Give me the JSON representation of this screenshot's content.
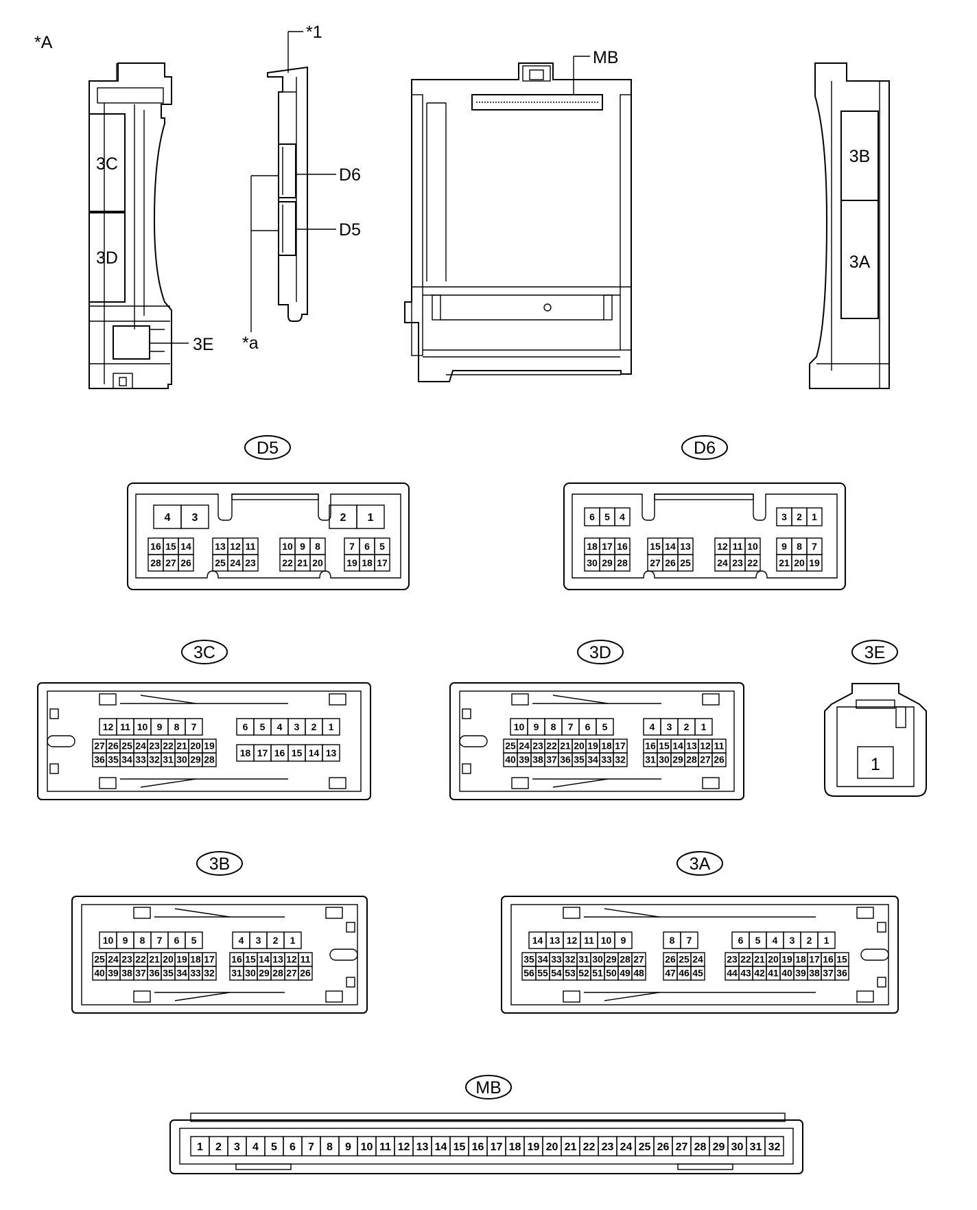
{
  "figure_label": "*A",
  "callouts": {
    "star1": "*1",
    "star_a": "*a",
    "mb": "MB",
    "d6": "D6",
    "d5": "D5",
    "c3e": "3E"
  },
  "module_labels": {
    "c3C": "3C",
    "c3D": "3D",
    "c3B": "3B",
    "c3A": "3A"
  },
  "connectors": {
    "D5": {
      "title": "D5",
      "top_left": [
        "4",
        "3"
      ],
      "top_right": [
        "2",
        "1"
      ],
      "groups": [
        {
          "top": [
            "16",
            "15",
            "14"
          ],
          "bottom": [
            "28",
            "27",
            "26"
          ]
        },
        {
          "top": [
            "13",
            "12",
            "11"
          ],
          "bottom": [
            "25",
            "24",
            "23"
          ]
        },
        {
          "top": [
            "10",
            "9",
            "8"
          ],
          "bottom": [
            "22",
            "21",
            "20"
          ]
        },
        {
          "top": [
            "7",
            "6",
            "5"
          ],
          "bottom": [
            "19",
            "18",
            "17"
          ]
        }
      ]
    },
    "D6": {
      "title": "D6",
      "top_left": [
        "6",
        "5",
        "4"
      ],
      "top_right": [
        "3",
        "2",
        "1"
      ],
      "groups": [
        {
          "top": [
            "18",
            "17",
            "16"
          ],
          "bottom": [
            "30",
            "29",
            "28"
          ]
        },
        {
          "top": [
            "15",
            "14",
            "13"
          ],
          "bottom": [
            "27",
            "26",
            "25"
          ]
        },
        {
          "top": [
            "12",
            "11",
            "10"
          ],
          "bottom": [
            "24",
            "23",
            "22"
          ]
        },
        {
          "top": [
            "9",
            "8",
            "7"
          ],
          "bottom": [
            "21",
            "20",
            "19"
          ]
        }
      ]
    },
    "3C": {
      "title": "3C",
      "left": {
        "r1": [
          "12",
          "11",
          "10",
          "9",
          "8",
          "7"
        ],
        "r2": [
          "27",
          "26",
          "25",
          "24",
          "23",
          "22",
          "21",
          "20",
          "19"
        ],
        "r3": [
          "36",
          "35",
          "34",
          "33",
          "32",
          "31",
          "30",
          "29",
          "28"
        ]
      },
      "right": {
        "r1": [
          "6",
          "5",
          "4",
          "3",
          "2",
          "1"
        ],
        "r2": [
          "18",
          "17",
          "16",
          "15",
          "14",
          "13"
        ]
      }
    },
    "3D": {
      "title": "3D",
      "left": {
        "r1": [
          "10",
          "9",
          "8",
          "7",
          "6",
          "5"
        ],
        "r2": [
          "25",
          "24",
          "23",
          "22",
          "21",
          "20",
          "19",
          "18",
          "17"
        ],
        "r3": [
          "40",
          "39",
          "38",
          "37",
          "36",
          "35",
          "34",
          "33",
          "32"
        ]
      },
      "right": {
        "r1": [
          "4",
          "3",
          "2",
          "1"
        ],
        "r2": [
          "16",
          "15",
          "14",
          "13",
          "12",
          "11"
        ],
        "r3": [
          "31",
          "30",
          "29",
          "28",
          "27",
          "26"
        ]
      }
    },
    "3E": {
      "title": "3E",
      "pin": "1"
    },
    "3B": {
      "title": "3B",
      "left": {
        "r1": [
          "10",
          "9",
          "8",
          "7",
          "6",
          "5"
        ],
        "r2": [
          "25",
          "24",
          "23",
          "22",
          "21",
          "20",
          "19",
          "18",
          "17"
        ],
        "r3": [
          "40",
          "39",
          "38",
          "37",
          "36",
          "35",
          "34",
          "33",
          "32"
        ]
      },
      "right": {
        "r1": [
          "4",
          "3",
          "2",
          "1"
        ],
        "r2": [
          "16",
          "15",
          "14",
          "13",
          "12",
          "11"
        ],
        "r3": [
          "31",
          "30",
          "29",
          "28",
          "27",
          "26"
        ]
      }
    },
    "3A": {
      "title": "3A",
      "left": {
        "r1": [
          "14",
          "13",
          "12",
          "11",
          "10",
          "9"
        ],
        "r2": [
          "35",
          "34",
          "33",
          "32",
          "31",
          "30",
          "29",
          "28",
          "27"
        ],
        "r3": [
          "56",
          "55",
          "54",
          "53",
          "52",
          "51",
          "50",
          "49",
          "48"
        ]
      },
      "mid": {
        "r1": [
          "8",
          "7"
        ],
        "r2": [
          "26",
          "25",
          "24"
        ],
        "r3": [
          "47",
          "46",
          "45"
        ]
      },
      "right": {
        "r1": [
          "6",
          "5",
          "4",
          "3",
          "2",
          "1"
        ],
        "r2": [
          "23",
          "22",
          "21",
          "20",
          "19",
          "18",
          "17",
          "16",
          "15"
        ],
        "r3": [
          "44",
          "43",
          "42",
          "41",
          "40",
          "39",
          "38",
          "37",
          "36"
        ]
      }
    },
    "MB": {
      "title": "MB",
      "pins": [
        "1",
        "2",
        "3",
        "4",
        "5",
        "6",
        "7",
        "8",
        "9",
        "10",
        "11",
        "12",
        "13",
        "14",
        "15",
        "16",
        "17",
        "18",
        "19",
        "20",
        "21",
        "22",
        "23",
        "24",
        "25",
        "26",
        "27",
        "28",
        "29",
        "30",
        "31",
        "32"
      ]
    }
  }
}
